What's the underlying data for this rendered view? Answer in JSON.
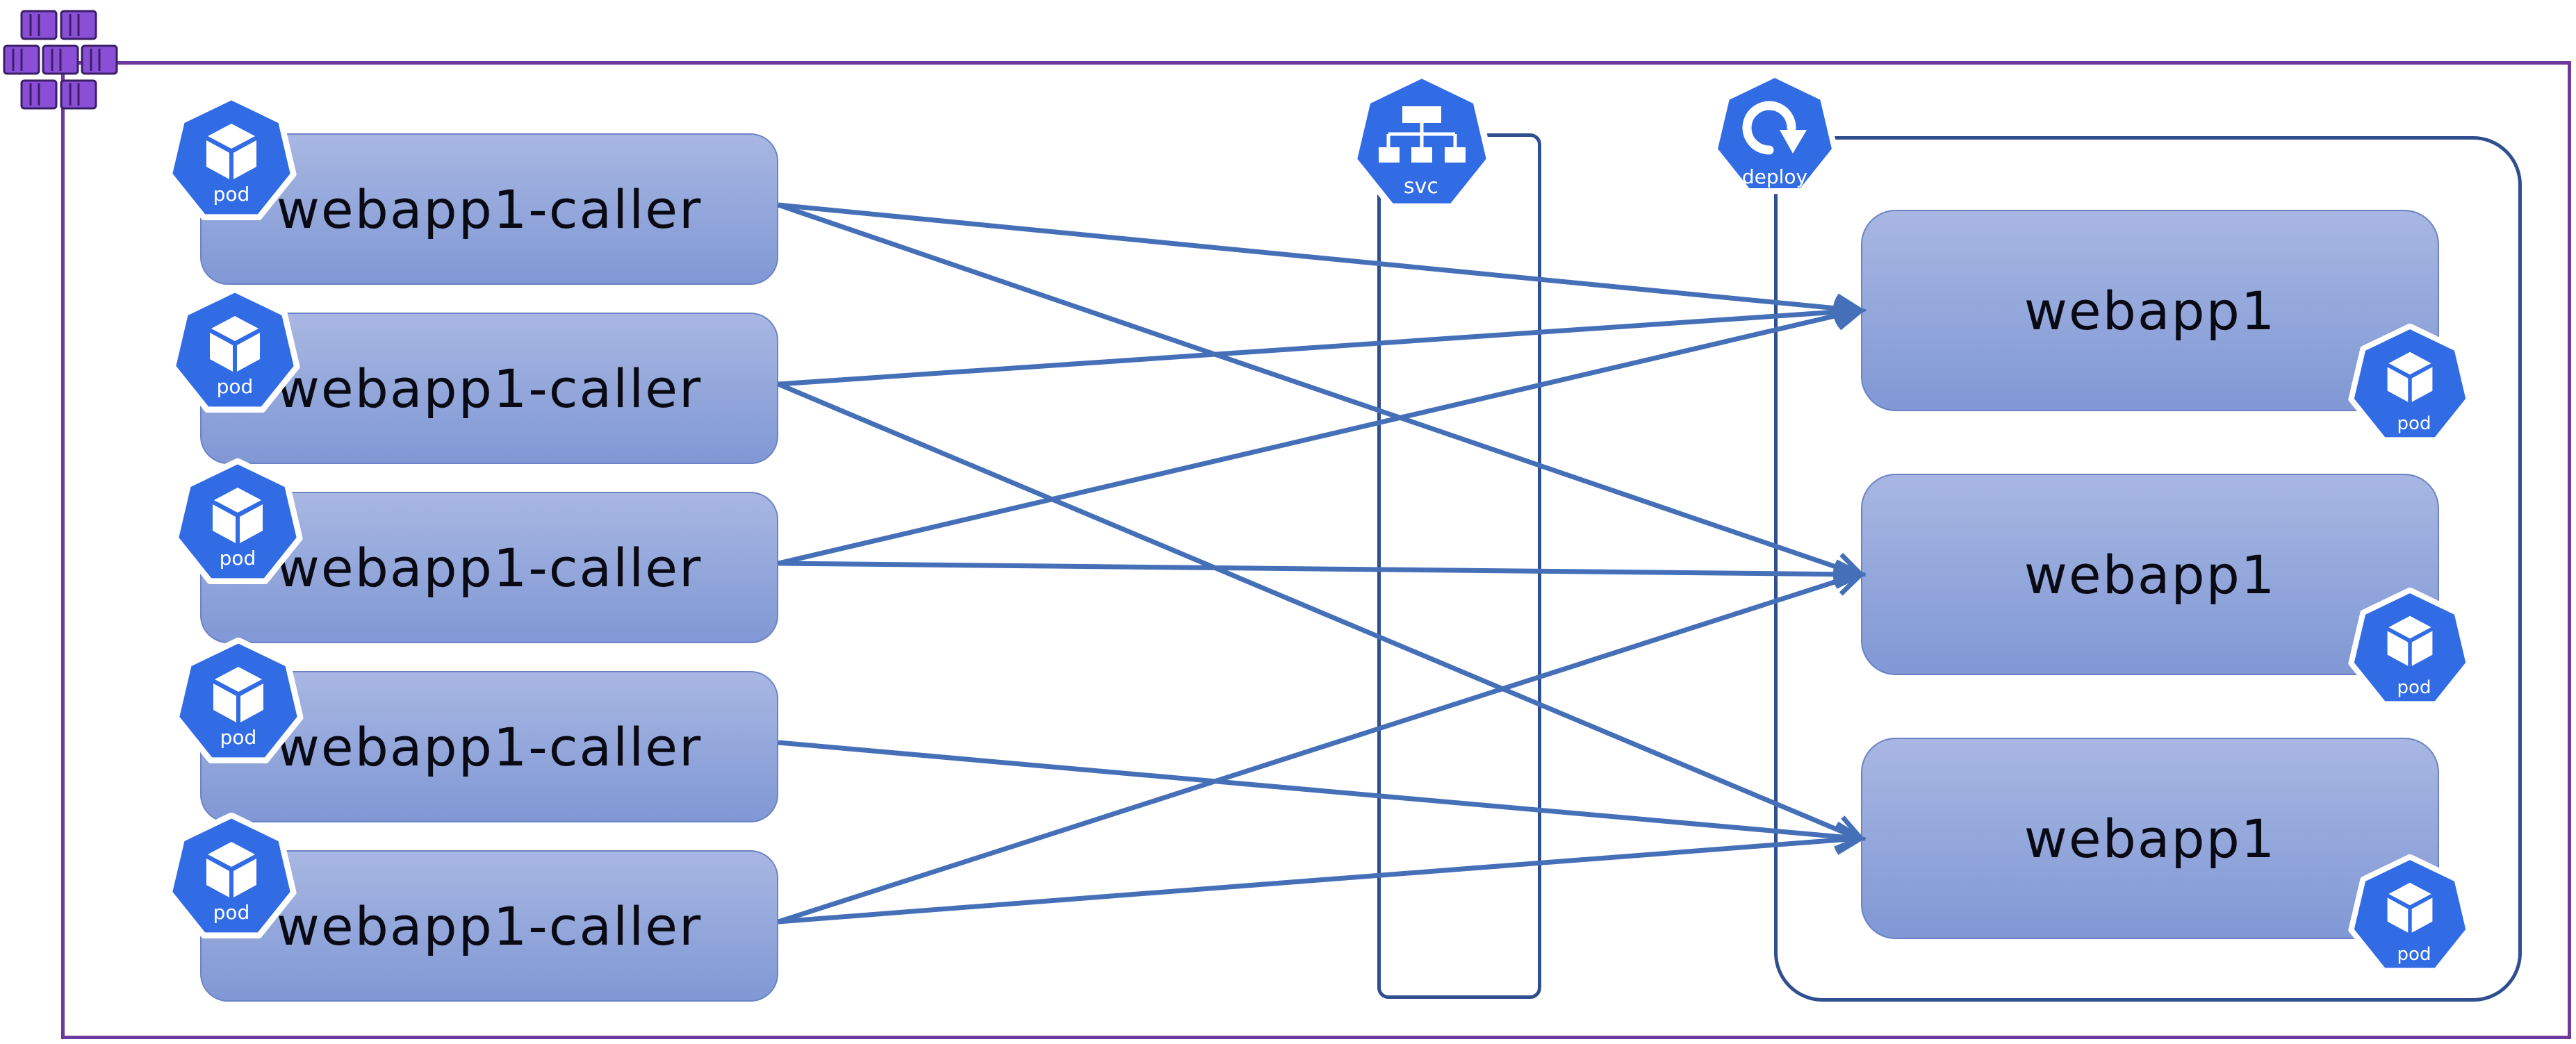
{
  "diagram": {
    "callers": [
      {
        "label": "webapp1-caller",
        "icon_text": "pod"
      },
      {
        "label": "webapp1-caller",
        "icon_text": "pod"
      },
      {
        "label": "webapp1-caller",
        "icon_text": "pod"
      },
      {
        "label": "webapp1-caller",
        "icon_text": "pod"
      },
      {
        "label": "webapp1-caller",
        "icon_text": "pod"
      }
    ],
    "targets": [
      {
        "label": "webapp1",
        "icon_text": "pod"
      },
      {
        "label": "webapp1",
        "icon_text": "pod"
      },
      {
        "label": "webapp1",
        "icon_text": "pod"
      }
    ],
    "service": {
      "icon_text": "svc"
    },
    "deployment": {
      "icon_text": "deploy"
    },
    "connections": [
      {
        "from": 0,
        "to": 0
      },
      {
        "from": 0,
        "to": 1
      },
      {
        "from": 1,
        "to": 0
      },
      {
        "from": 1,
        "to": 2
      },
      {
        "from": 2,
        "to": 0
      },
      {
        "from": 2,
        "to": 1
      },
      {
        "from": 3,
        "to": 2
      },
      {
        "from": 4,
        "to": 1
      },
      {
        "from": 4,
        "to": 2
      }
    ]
  },
  "colors": {
    "k8s_blue": "#326ce5",
    "arrow": "#4570b8",
    "cluster_border": "#6f3a9e",
    "frame_border": "#2f4f8f",
    "cluster_icon": "#8a4fd6"
  }
}
